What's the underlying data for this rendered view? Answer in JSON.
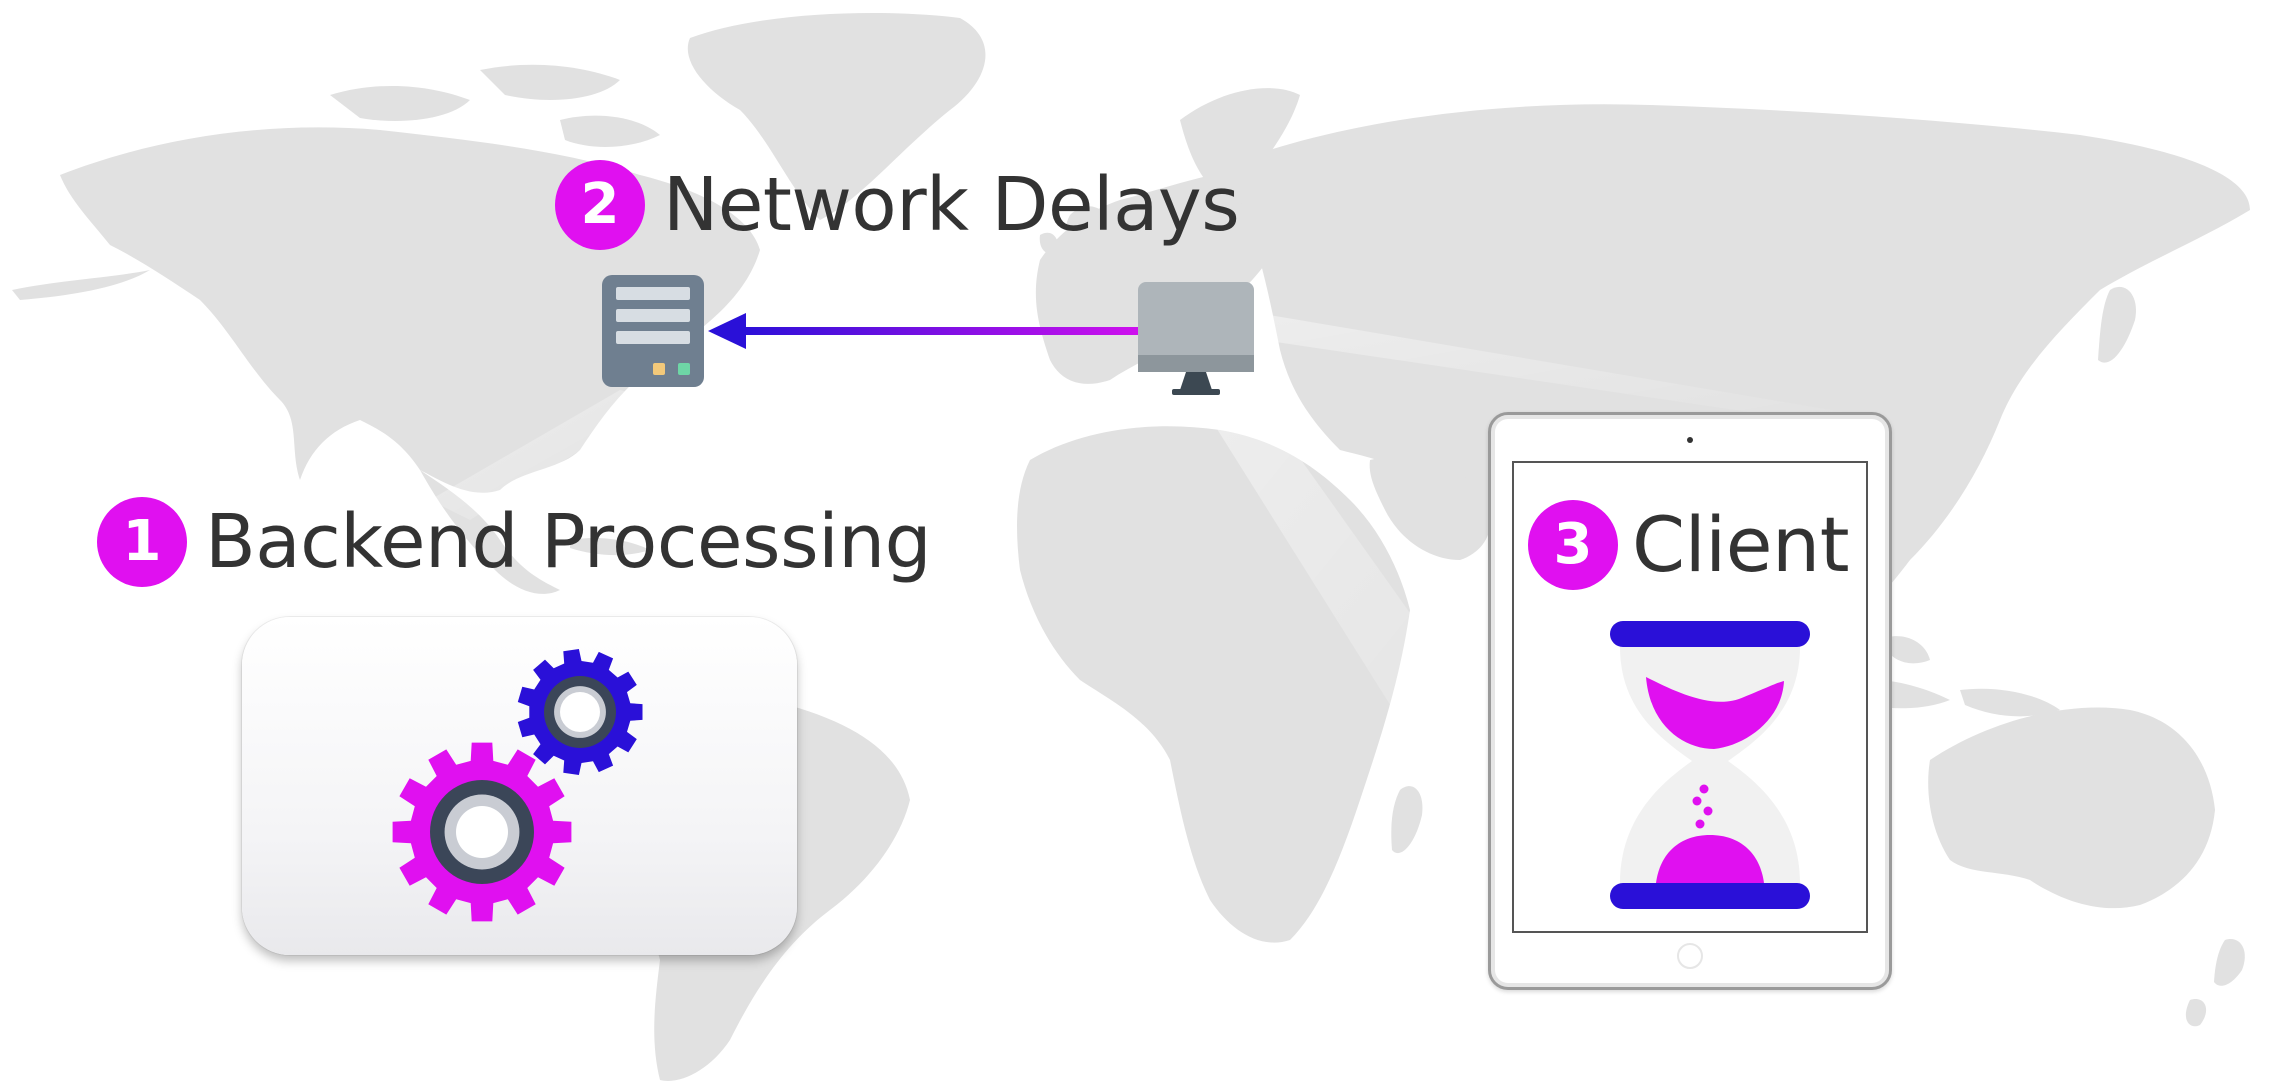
{
  "steps": [
    {
      "number": "1",
      "label": "Backend Processing"
    },
    {
      "number": "2",
      "label": "Network Delays"
    },
    {
      "number": "3",
      "label": "Client"
    }
  ],
  "icons": {
    "backend": "gears-icon",
    "network_source": "server-icon",
    "network_target": "desktop-monitor-icon",
    "network_link": "double-arrow-icon",
    "client_device": "tablet-icon",
    "client_wait": "hourglass-icon",
    "background": "world-map"
  },
  "colors": {
    "accent_magenta": "#e010f0",
    "accent_blue": "#2a10d8",
    "text": "#333333",
    "map": "#e0e0e0",
    "server": "#6f7f90",
    "monitor": "#aeb5ba"
  }
}
